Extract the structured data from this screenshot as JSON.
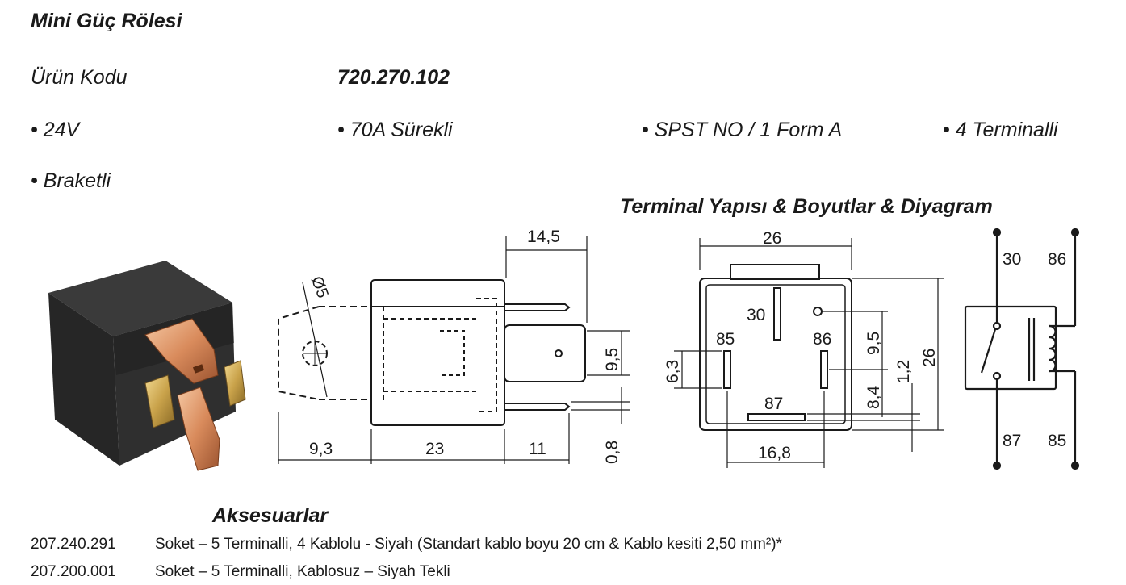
{
  "header": {
    "title": "Mini Güç Rölesi",
    "product_code_label": "Ürün Kodu",
    "product_code_value": "720.270.102"
  },
  "features": [
    "• 24V",
    "• 70A Sürekli",
    "• SPST NO / 1 Form A",
    "• 4 Terminalli",
    "• Braketli"
  ],
  "diagram": {
    "title": "Terminal Yapısı & Boyutlar & Diyagram",
    "side_view": {
      "hole": "Ø5",
      "top_width": "14,5",
      "right_height": "9,5",
      "bottom_left": "9,3",
      "bottom_mid": "23",
      "bottom_right": "11",
      "thickness": "0,8"
    },
    "front_view": {
      "top_width": "26",
      "right_height": "26",
      "bottom_width": "16,8",
      "left_height": "6,3",
      "inner_height": "9,5",
      "spacing_a": "1,2",
      "spacing_b": "8,4",
      "terminals": [
        "30",
        "85",
        "86",
        "87"
      ]
    },
    "schematic": {
      "labels": [
        "30",
        "86",
        "87",
        "85"
      ]
    }
  },
  "accessories": {
    "title": "Aksesuarlar",
    "items": [
      {
        "code": "207.240.291",
        "desc": "Soket – 5 Terminalli, 4 Kablolu - Siyah (Standart kablo boyu 20 cm & Kablo kesiti 2,50 mm²)*"
      },
      {
        "code": "207.200.001",
        "desc": "Soket – 5 Terminalli, Kablosuz – Siyah Tekli"
      }
    ]
  }
}
